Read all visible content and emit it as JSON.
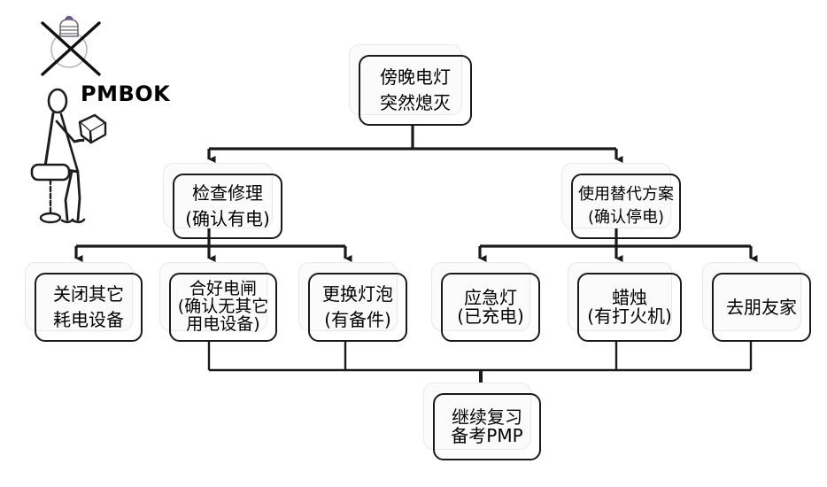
{
  "diagram": {
    "title_label": "PMBOK",
    "nodes": {
      "root": {
        "id": "root",
        "lines": [
          "傍晚电灯",
          "突然熄灭"
        ]
      },
      "branch_left": {
        "id": "branch-left",
        "lines": [
          "检查修理",
          "(确认有电)"
        ]
      },
      "branch_right": {
        "id": "branch-right",
        "lines": [
          "使用替代方案",
          "(确认停电)"
        ]
      },
      "leaf1": {
        "id": "leaf-turn-off-other-devices",
        "lines": [
          "关闭其它",
          "耗电设备"
        ]
      },
      "leaf2": {
        "id": "leaf-close-breaker",
        "lines": [
          "合好电闸",
          "(确认无其它",
          "用电设备)"
        ]
      },
      "leaf3": {
        "id": "leaf-replace-bulb",
        "lines": [
          "更换灯泡",
          "(有备件)"
        ]
      },
      "leaf4": {
        "id": "leaf-emergency-light",
        "lines": [
          "应急灯",
          "(已充电)"
        ]
      },
      "leaf5": {
        "id": "leaf-candle",
        "lines": [
          "蜡烛",
          "(有打火机)"
        ]
      },
      "leaf6": {
        "id": "leaf-go-to-friend",
        "lines": [
          "去朋友家"
        ]
      },
      "final": {
        "id": "final-continue-study",
        "lines": [
          "继续复习",
          "备考PMP"
        ]
      }
    },
    "icons": {
      "lightbulb": "crossed-out-lightbulb-icon",
      "person": "person-reading-book-icon"
    },
    "colors": {
      "stroke": "#1a1a1a",
      "ghost_stroke": "#e8e8e8",
      "text": "#000000",
      "background": "#ffffff"
    }
  }
}
